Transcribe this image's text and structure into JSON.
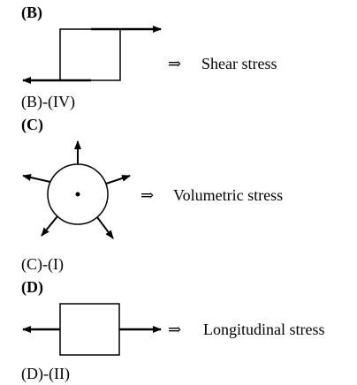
{
  "sections": [
    {
      "heading": "(B)",
      "implies": "⇒",
      "stress": "Shear stress",
      "answer": "(B)-(IV)"
    },
    {
      "heading": "(C)",
      "implies": "⇒",
      "stress": "Volumetric stress",
      "answer": "(C)-(I)"
    },
    {
      "heading": "(D)",
      "implies": "⇒",
      "stress": "Longitudinal stress",
      "answer": "(D)-(II)"
    }
  ]
}
